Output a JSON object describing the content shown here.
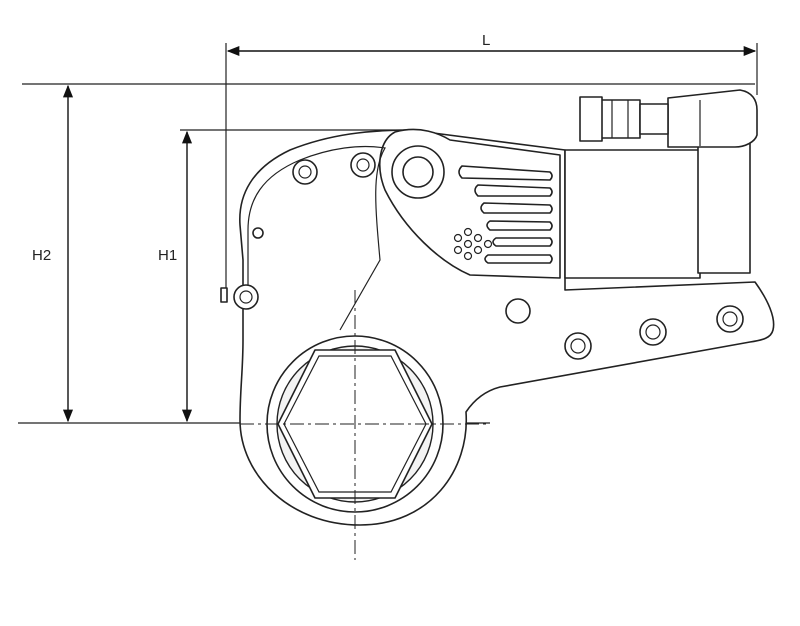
{
  "dimensions": {
    "length_label": "L",
    "height2_label": "H2",
    "height1_label": "H1"
  },
  "colors": {
    "line": "#222222",
    "background": "#ffffff",
    "fill": "#ffffff",
    "shade": "#f3f3f3"
  }
}
